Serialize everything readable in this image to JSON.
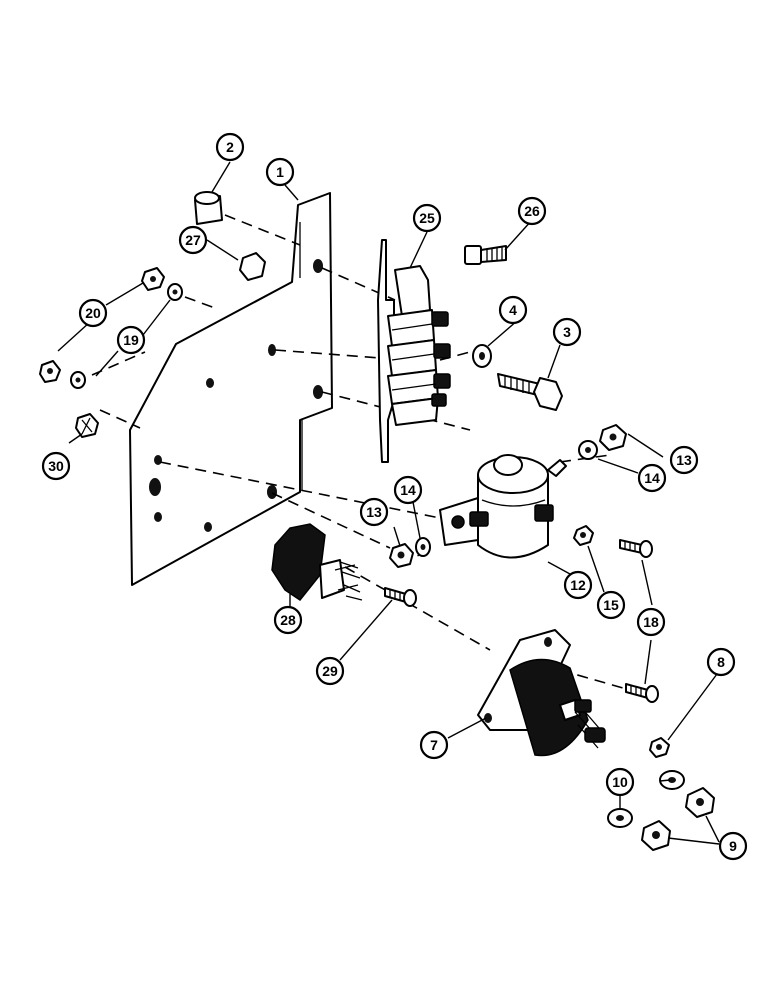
{
  "callouts": {
    "c1": "1",
    "c2": "2",
    "c3": "3",
    "c4": "4",
    "c7": "7",
    "c8": "8",
    "c9": "9",
    "c10": "10",
    "c12": "12",
    "c13a": "13",
    "c13b": "13",
    "c14a": "14",
    "c14b": "14",
    "c15": "15",
    "c18": "18",
    "c19": "19",
    "c20": "20",
    "c25": "25",
    "c26": "26",
    "c27": "27",
    "c28": "28",
    "c29": "29",
    "c30": "30"
  }
}
